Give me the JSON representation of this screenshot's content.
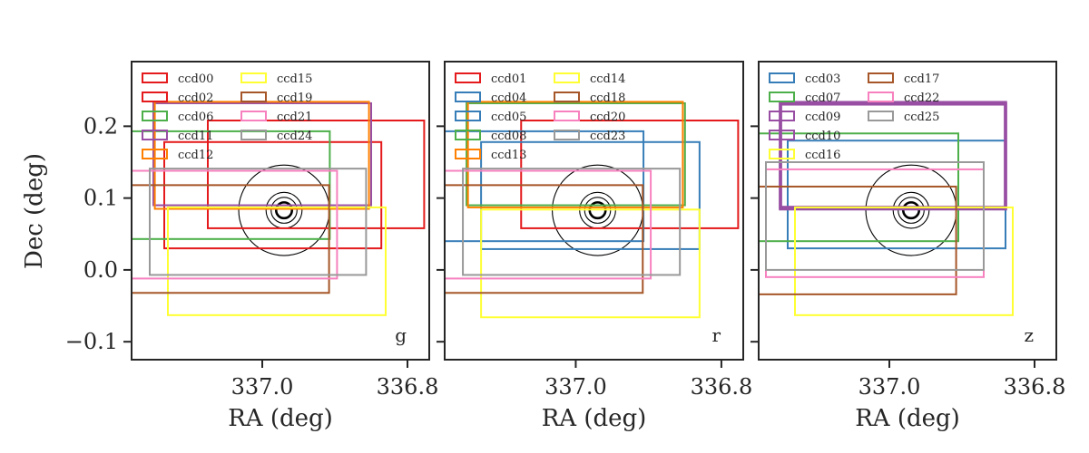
{
  "figure": {
    "ylabel": "Dec (deg)",
    "xlabel": "RA (deg)"
  },
  "chart_data": [
    {
      "type": "footprint",
      "panel_label": "g",
      "xlabel": "RA (deg)",
      "ylabel": "Dec (deg)",
      "xlim": [
        337.18,
        336.77
      ],
      "ylim": [
        -0.125,
        0.29
      ],
      "xticks": [
        {
          "value": 337.0,
          "label": "337.0"
        },
        {
          "value": 336.8,
          "label": "336.8"
        }
      ],
      "yticks": [
        {
          "value": 0.2,
          "label": "0.2"
        },
        {
          "value": 0.1,
          "label": "0.1"
        },
        {
          "value": 0.0,
          "label": "0.0"
        },
        {
          "value": -0.1,
          "label": "−0.1"
        }
      ],
      "legend": {
        "placement": "top-left",
        "columns": 2
      },
      "circles": {
        "center": [
          336.97,
          0.083
        ],
        "radii": [
          0.063,
          0.025,
          0.018,
          0.011
        ]
      },
      "ccds": [
        {
          "name": "ccd00",
          "color": "#e41a1c",
          "ra": [
            337.075,
            336.777
          ],
          "dec": [
            0.058,
            0.208
          ]
        },
        {
          "name": "ccd02",
          "color": "#e41a1c",
          "ra": [
            337.135,
            336.836
          ],
          "dec": [
            0.03,
            0.178
          ]
        },
        {
          "name": "ccd06",
          "color": "#4daf4a",
          "ra": [
            337.18,
            336.907
          ],
          "dec": [
            0.043,
            0.193
          ]
        },
        {
          "name": "ccd11",
          "color": "#984ea3",
          "ra": [
            337.15,
            336.85
          ],
          "dec": [
            0.09,
            0.232
          ]
        },
        {
          "name": "ccd12",
          "color": "#ff7f00",
          "ra": [
            337.148,
            336.853
          ],
          "dec": [
            0.085,
            0.234
          ]
        },
        {
          "name": "ccd15",
          "color": "#ffff33",
          "ra": [
            337.13,
            336.83
          ],
          "dec": [
            -0.063,
            0.087
          ]
        },
        {
          "name": "ccd19",
          "color": "#a65628",
          "ra": [
            337.18,
            336.908
          ],
          "dec": [
            -0.032,
            0.118
          ]
        },
        {
          "name": "ccd21",
          "color": "#f781bf",
          "ra": [
            337.18,
            336.897
          ],
          "dec": [
            -0.012,
            0.138
          ]
        },
        {
          "name": "ccd24",
          "color": "#999999",
          "ra": [
            337.155,
            336.857
          ],
          "dec": [
            -0.007,
            0.141
          ]
        }
      ]
    },
    {
      "type": "footprint",
      "panel_label": "r",
      "xlabel": "RA (deg)",
      "ylabel": "",
      "xlim": [
        337.18,
        336.77
      ],
      "ylim": [
        -0.125,
        0.29
      ],
      "xticks": [
        {
          "value": 337.0,
          "label": "337.0"
        },
        {
          "value": 336.8,
          "label": "336.8"
        }
      ],
      "yticks": [
        {
          "value": 0.2,
          "label": ""
        },
        {
          "value": 0.1,
          "label": ""
        },
        {
          "value": 0.0,
          "label": ""
        },
        {
          "value": -0.1,
          "label": ""
        }
      ],
      "legend": {
        "placement": "top-left",
        "columns": 2
      },
      "circles": {
        "center": [
          336.97,
          0.083
        ],
        "radii": [
          0.063,
          0.025,
          0.018,
          0.011
        ]
      },
      "ccds": [
        {
          "name": "ccd01",
          "color": "#e41a1c",
          "ra": [
            337.075,
            336.777
          ],
          "dec": [
            0.058,
            0.208
          ]
        },
        {
          "name": "ccd04",
          "color": "#377eb8",
          "ra": [
            337.13,
            336.83
          ],
          "dec": [
            0.029,
            0.178
          ]
        },
        {
          "name": "ccd05",
          "color": "#377eb8",
          "ra": [
            337.18,
            336.907
          ],
          "dec": [
            0.04,
            0.193
          ]
        },
        {
          "name": "ccd08",
          "color": "#4daf4a",
          "ra": [
            337.15,
            336.85
          ],
          "dec": [
            0.09,
            0.232
          ]
        },
        {
          "name": "ccd13",
          "color": "#ff7f00",
          "ra": [
            337.148,
            336.853
          ],
          "dec": [
            0.087,
            0.234
          ]
        },
        {
          "name": "ccd14",
          "color": "#ffff33",
          "ra": [
            337.13,
            336.83
          ],
          "dec": [
            -0.066,
            0.084
          ]
        },
        {
          "name": "ccd18",
          "color": "#a65628",
          "ra": [
            337.18,
            336.908
          ],
          "dec": [
            -0.032,
            0.118
          ]
        },
        {
          "name": "ccd20",
          "color": "#f781bf",
          "ra": [
            337.18,
            336.897
          ],
          "dec": [
            -0.012,
            0.138
          ]
        },
        {
          "name": "ccd23",
          "color": "#999999",
          "ra": [
            337.155,
            336.857
          ],
          "dec": [
            -0.007,
            0.141
          ]
        }
      ]
    },
    {
      "type": "footprint",
      "panel_label": "z",
      "xlabel": "RA (deg)",
      "ylabel": "",
      "xlim": [
        337.18,
        336.77
      ],
      "ylim": [
        -0.125,
        0.29
      ],
      "xticks": [
        {
          "value": 337.0,
          "label": "337.0"
        },
        {
          "value": 336.8,
          "label": "336.8"
        }
      ],
      "yticks": [
        {
          "value": 0.2,
          "label": ""
        },
        {
          "value": 0.1,
          "label": ""
        },
        {
          "value": 0.0,
          "label": ""
        },
        {
          "value": -0.1,
          "label": ""
        }
      ],
      "legend": {
        "placement": "top-left",
        "columns": 2
      },
      "circles": {
        "center": [
          336.97,
          0.083
        ],
        "radii": [
          0.063,
          0.025,
          0.018,
          0.011
        ]
      },
      "ccds": [
        {
          "name": "ccd03",
          "color": "#377eb8",
          "ra": [
            337.14,
            336.84
          ],
          "dec": [
            0.03,
            0.18
          ]
        },
        {
          "name": "ccd07",
          "color": "#4daf4a",
          "ra": [
            337.18,
            336.905
          ],
          "dec": [
            0.04,
            0.19
          ]
        },
        {
          "name": "ccd09",
          "color": "#984ea3",
          "ra": [
            337.15,
            336.84
          ],
          "dec": [
            0.085,
            0.233
          ],
          "thick": true
        },
        {
          "name": "ccd10",
          "color": "#984ea3",
          "ra": [
            337.15,
            336.84
          ],
          "dec": [
            0.087,
            0.231
          ],
          "thick": true
        },
        {
          "name": "ccd16",
          "color": "#ffff33",
          "ra": [
            337.13,
            336.83
          ],
          "dec": [
            -0.063,
            0.087
          ]
        },
        {
          "name": "ccd17",
          "color": "#a65628",
          "ra": [
            337.18,
            336.908
          ],
          "dec": [
            -0.034,
            0.116
          ]
        },
        {
          "name": "ccd22",
          "color": "#f781bf",
          "ra": [
            337.17,
            336.87
          ],
          "dec": [
            -0.01,
            0.14
          ]
        },
        {
          "name": "ccd25",
          "color": "#999999",
          "ra": [
            337.17,
            336.87
          ],
          "dec": [
            0.0,
            0.15
          ]
        }
      ]
    }
  ]
}
